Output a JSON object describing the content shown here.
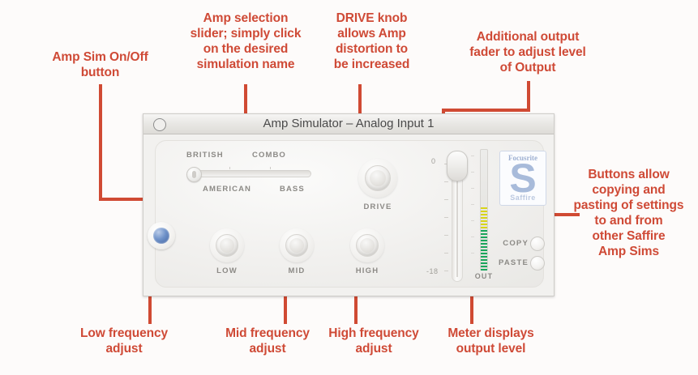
{
  "annotations": [
    {
      "id": "amp-sim-onoff",
      "text": "Amp Sim On/Off\nbutton"
    },
    {
      "id": "amp-selection",
      "text": "Amp selection\nslider; simply click\non the desired\nsimulation name"
    },
    {
      "id": "drive-knob",
      "text": "DRIVE knob\nallows Amp\ndistortion to\nbe increased"
    },
    {
      "id": "output-fader",
      "text": "Additional output\nfader to adjust level\nof Output"
    },
    {
      "id": "copy-paste",
      "text": "Buttons allow\ncopying and\npasting of settings\nto and from\nother Saffire\nAmp Sims"
    },
    {
      "id": "low-freq",
      "text": "Low frequency\nadjust"
    },
    {
      "id": "mid-freq",
      "text": "Mid frequency\nadjust"
    },
    {
      "id": "high-freq",
      "text": "High frequency\nadjust"
    },
    {
      "id": "meter",
      "text": "Meter displays\noutput level"
    }
  ],
  "colors": {
    "annotation_red": "#cf4a36",
    "leader_red": "#d04a33",
    "marker_red": "#e33b26",
    "onoff_blue": "#40619e",
    "meter_green": "#1aa55c",
    "meter_yellow": "#d8d419",
    "logo_blue": "#a8bbda",
    "page_background": "#fdfbfa"
  },
  "plugin": {
    "title": "Amp Simulator – Analog Input 1",
    "close_button": "close-circle",
    "amp_selector": {
      "labels_top": [
        "BRITISH",
        "COMBO"
      ],
      "labels_bottom": [
        "AMERICAN",
        "BASS"
      ],
      "handle_position_percent": 2
    },
    "knobs": [
      {
        "name": "drive",
        "label": "DRIVE"
      },
      {
        "name": "low",
        "label": "LOW"
      },
      {
        "name": "mid",
        "label": "MID"
      },
      {
        "name": "high",
        "label": "HIGH"
      }
    ],
    "fader": {
      "scale_top": "0",
      "scale_bottom": "-18",
      "handle_position": "top"
    },
    "meter": {
      "label": "OUT",
      "level_percent": 54
    },
    "logo": {
      "brand": "Focusrite",
      "mark": "S",
      "product": "Saffire"
    },
    "clipboard": {
      "copy_label": "COPY",
      "paste_label": "PASTE"
    }
  }
}
